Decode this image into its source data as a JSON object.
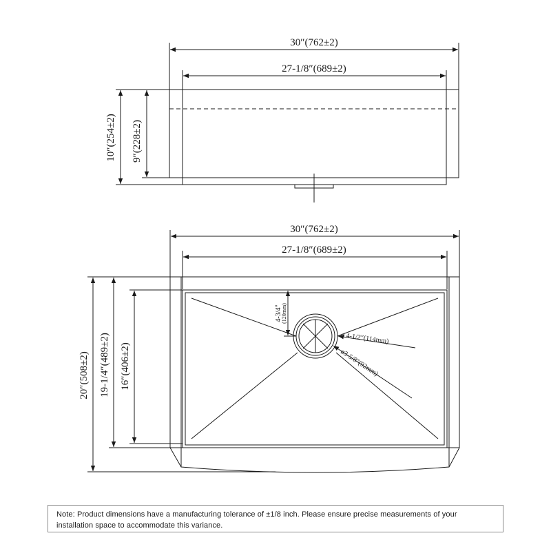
{
  "side_view": {
    "width_overall": "30″(762±2)",
    "width_bowl": "27-1/8″(689±2)",
    "height_overall": "10″(254±2)",
    "height_bowl": "9″(228±2)"
  },
  "top_view": {
    "width_overall": "30″(762±2)",
    "width_bowl": "27-1/8″(689±2)",
    "depth_overall": "20″(508±2)",
    "depth_mid": "19-1/4″(489±2)",
    "depth_bowl": "16″(406±2)",
    "drain_offset": "4-3/4″",
    "drain_offset_mm": "(120mm)",
    "drain_outer": "ø 4-1/2″(114mm)",
    "drain_inner": "ø3-5/8″(92mm)"
  },
  "note": "Note: Product dimensions have a manufacturing tolerance of ±1/8 inch. Please ensure precise measurements of your installation space to accommodate this variance."
}
